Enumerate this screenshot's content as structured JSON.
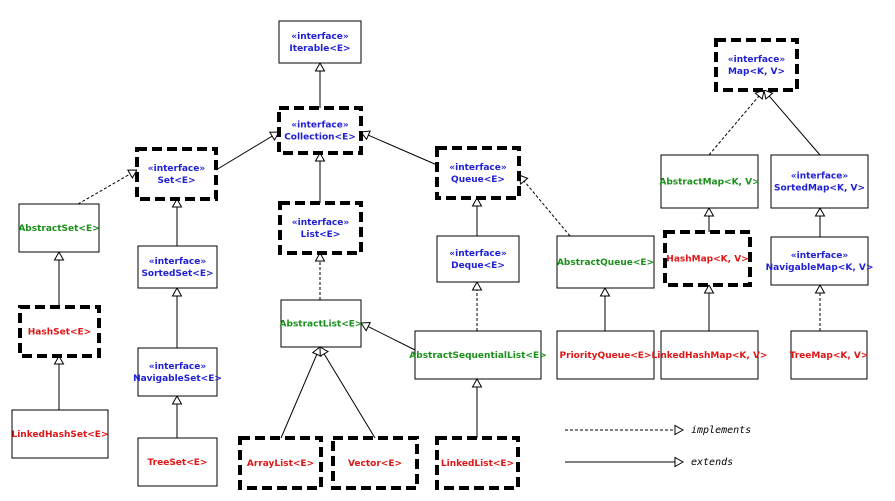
{
  "nodes": [
    {
      "id": "iterable",
      "lines": [
        "«interface»",
        "Iterable<E>"
      ],
      "kind": "interface",
      "bold": false
    },
    {
      "id": "collection",
      "lines": [
        "«interface»",
        "Collection<E>"
      ],
      "kind": "interface",
      "bold": true
    },
    {
      "id": "set",
      "lines": [
        "«interface»",
        "Set<E>"
      ],
      "kind": "interface",
      "bold": true
    },
    {
      "id": "list",
      "lines": [
        "«interface»",
        "List<E>"
      ],
      "kind": "interface",
      "bold": true
    },
    {
      "id": "queue",
      "lines": [
        "«interface»",
        "Queue<E>"
      ],
      "kind": "interface",
      "bold": true
    },
    {
      "id": "abstractset",
      "lines": [
        "AbstractSet<E>"
      ],
      "kind": "abstract",
      "bold": false
    },
    {
      "id": "sortedset",
      "lines": [
        "«interface»",
        "SortedSet<E>"
      ],
      "kind": "interface",
      "bold": false
    },
    {
      "id": "navigableset",
      "lines": [
        "«interface»",
        "NavigableSet<E>"
      ],
      "kind": "interface",
      "bold": false
    },
    {
      "id": "hashset",
      "lines": [
        "HashSet<E>"
      ],
      "kind": "concrete",
      "bold": true
    },
    {
      "id": "linkedhashset",
      "lines": [
        "LinkedHashSet<E>"
      ],
      "kind": "concrete",
      "bold": false
    },
    {
      "id": "treeset",
      "lines": [
        "TreeSet<E>"
      ],
      "kind": "concrete",
      "bold": false
    },
    {
      "id": "abstractlist",
      "lines": [
        "AbstractList<E>"
      ],
      "kind": "abstract",
      "bold": false
    },
    {
      "id": "arraylist",
      "lines": [
        "ArrayList<E>"
      ],
      "kind": "concrete",
      "bold": true
    },
    {
      "id": "vector",
      "lines": [
        "Vector<E>"
      ],
      "kind": "concrete",
      "bold": true
    },
    {
      "id": "deque",
      "lines": [
        "«interface»",
        "Deque<E>"
      ],
      "kind": "interface",
      "bold": false
    },
    {
      "id": "abstractsequentiallist",
      "lines": [
        "AbstractSequentialList<E>"
      ],
      "kind": "abstract",
      "bold": false
    },
    {
      "id": "linkedlist",
      "lines": [
        "LinkedList<E>"
      ],
      "kind": "concrete",
      "bold": true
    },
    {
      "id": "abstractqueue",
      "lines": [
        "AbstractQueue<E>"
      ],
      "kind": "abstract",
      "bold": false
    },
    {
      "id": "priorityqueue",
      "lines": [
        "PriorityQueue<E>"
      ],
      "kind": "concrete",
      "bold": false
    },
    {
      "id": "map",
      "lines": [
        "«interface»",
        "Map<K, V>"
      ],
      "kind": "interface",
      "bold": true
    },
    {
      "id": "abstractmap",
      "lines": [
        "AbstractMap<K, V>"
      ],
      "kind": "abstract",
      "bold": false
    },
    {
      "id": "sortedmap",
      "lines": [
        "«interface»",
        "SortedMap<K, V>"
      ],
      "kind": "interface",
      "bold": false
    },
    {
      "id": "hashmap",
      "lines": [
        "HashMap<K, V>"
      ],
      "kind": "concrete",
      "bold": true
    },
    {
      "id": "navigablemap",
      "lines": [
        "«interface»",
        "NavigableMap<K, V>"
      ],
      "kind": "interface",
      "bold": false
    },
    {
      "id": "linkedhashmap",
      "lines": [
        "LinkedHashMap<K, V>"
      ],
      "kind": "concrete",
      "bold": false
    },
    {
      "id": "treemap",
      "lines": [
        "TreeMap<K, V>"
      ],
      "kind": "concrete",
      "bold": false
    }
  ],
  "edges": [
    {
      "from": "collection",
      "to": "iterable",
      "type": "extends"
    },
    {
      "from": "set",
      "to": "collection",
      "type": "extends"
    },
    {
      "from": "list",
      "to": "collection",
      "type": "extends"
    },
    {
      "from": "queue",
      "to": "collection",
      "type": "extends"
    },
    {
      "from": "abstractset",
      "to": "set",
      "type": "implements"
    },
    {
      "from": "sortedset",
      "to": "set",
      "type": "extends"
    },
    {
      "from": "navigableset",
      "to": "sortedset",
      "type": "extends"
    },
    {
      "from": "treeset",
      "to": "navigableset",
      "type": "extends"
    },
    {
      "from": "hashset",
      "to": "abstractset",
      "type": "extends"
    },
    {
      "from": "linkedhashset",
      "to": "hashset",
      "type": "extends"
    },
    {
      "from": "abstractlist",
      "to": "list",
      "type": "implements"
    },
    {
      "from": "arraylist",
      "to": "abstractlist",
      "type": "extends"
    },
    {
      "from": "vector",
      "to": "abstractlist",
      "type": "extends"
    },
    {
      "from": "abstractsequentiallist",
      "to": "abstractlist",
      "type": "extends"
    },
    {
      "from": "linkedlist",
      "to": "abstractsequentiallist",
      "type": "extends"
    },
    {
      "from": "deque",
      "to": "queue",
      "type": "extends"
    },
    {
      "from": "abstractsequentiallist",
      "to": "deque",
      "type": "implements"
    },
    {
      "from": "abstractqueue",
      "to": "queue",
      "type": "implements"
    },
    {
      "from": "priorityqueue",
      "to": "abstractqueue",
      "type": "extends"
    },
    {
      "from": "abstractmap",
      "to": "map",
      "type": "implements"
    },
    {
      "from": "sortedmap",
      "to": "map",
      "type": "extends"
    },
    {
      "from": "hashmap",
      "to": "abstractmap",
      "type": "extends"
    },
    {
      "from": "linkedhashmap",
      "to": "hashmap",
      "type": "extends"
    },
    {
      "from": "navigablemap",
      "to": "sortedmap",
      "type": "extends"
    },
    {
      "from": "treemap",
      "to": "navigablemap",
      "type": "implements"
    }
  ],
  "legend": [
    {
      "type": "implements",
      "label": "implements"
    },
    {
      "type": "extends",
      "label": "extends"
    }
  ],
  "colors": {
    "interface": "#1f1fd6",
    "abstract": "#1b8f1b",
    "concrete": "#e01616",
    "line": "#000000"
  }
}
